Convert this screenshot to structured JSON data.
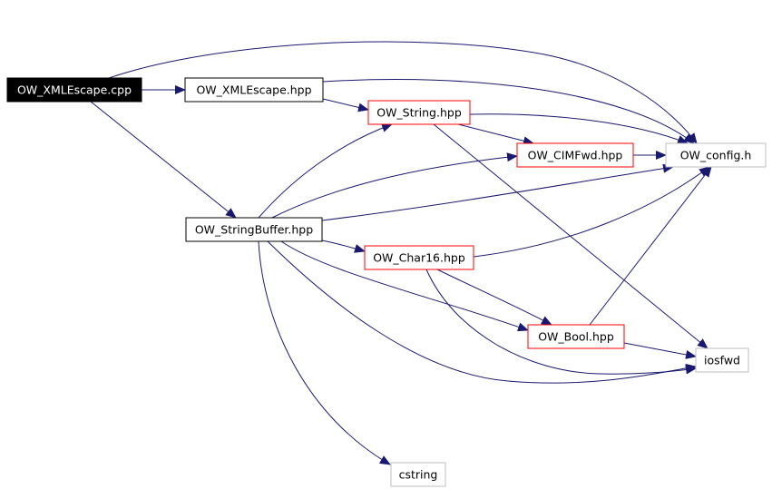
{
  "colors": {
    "edge": "#191970",
    "root_fill": "#000000",
    "root_text": "#ffffff",
    "normal_border": "#000000",
    "truncated_border": "#ff0000",
    "external_border": "#bfbfbf"
  },
  "nodes": [
    {
      "id": "xmlescape_cpp",
      "label": "OW_XMLEscape.cpp",
      "kind": "root"
    },
    {
      "id": "xmlescape_hpp",
      "label": "OW_XMLEscape.hpp",
      "kind": "normal"
    },
    {
      "id": "string_hpp",
      "label": "OW_String.hpp",
      "kind": "truncated"
    },
    {
      "id": "cimfwd_hpp",
      "label": "OW_CIMFwd.hpp",
      "kind": "truncated"
    },
    {
      "id": "config_h",
      "label": "OW_config.h",
      "kind": "external"
    },
    {
      "id": "stringbuffer_hpp",
      "label": "OW_StringBuffer.hpp",
      "kind": "normal"
    },
    {
      "id": "char16_hpp",
      "label": "OW_Char16.hpp",
      "kind": "truncated"
    },
    {
      "id": "bool_hpp",
      "label": "OW_Bool.hpp",
      "kind": "truncated"
    },
    {
      "id": "iosfwd",
      "label": "iosfwd",
      "kind": "external"
    },
    {
      "id": "cstring",
      "label": "cstring",
      "kind": "external"
    }
  ],
  "edges": [
    {
      "from": "xmlescape_cpp",
      "to": "xmlescape_hpp"
    },
    {
      "from": "xmlescape_cpp",
      "to": "config_h"
    },
    {
      "from": "xmlescape_cpp",
      "to": "stringbuffer_hpp"
    },
    {
      "from": "xmlescape_hpp",
      "to": "config_h"
    },
    {
      "from": "xmlescape_hpp",
      "to": "string_hpp"
    },
    {
      "from": "string_hpp",
      "to": "config_h"
    },
    {
      "from": "string_hpp",
      "to": "cimfwd_hpp"
    },
    {
      "from": "string_hpp",
      "to": "iosfwd"
    },
    {
      "from": "cimfwd_hpp",
      "to": "config_h"
    },
    {
      "from": "stringbuffer_hpp",
      "to": "string_hpp"
    },
    {
      "from": "stringbuffer_hpp",
      "to": "cimfwd_hpp"
    },
    {
      "from": "stringbuffer_hpp",
      "to": "config_h"
    },
    {
      "from": "stringbuffer_hpp",
      "to": "char16_hpp"
    },
    {
      "from": "stringbuffer_hpp",
      "to": "bool_hpp"
    },
    {
      "from": "stringbuffer_hpp",
      "to": "iosfwd"
    },
    {
      "from": "stringbuffer_hpp",
      "to": "cstring"
    },
    {
      "from": "char16_hpp",
      "to": "config_h"
    },
    {
      "from": "char16_hpp",
      "to": "bool_hpp"
    },
    {
      "from": "char16_hpp",
      "to": "iosfwd"
    },
    {
      "from": "bool_hpp",
      "to": "config_h"
    },
    {
      "from": "bool_hpp",
      "to": "iosfwd"
    }
  ]
}
